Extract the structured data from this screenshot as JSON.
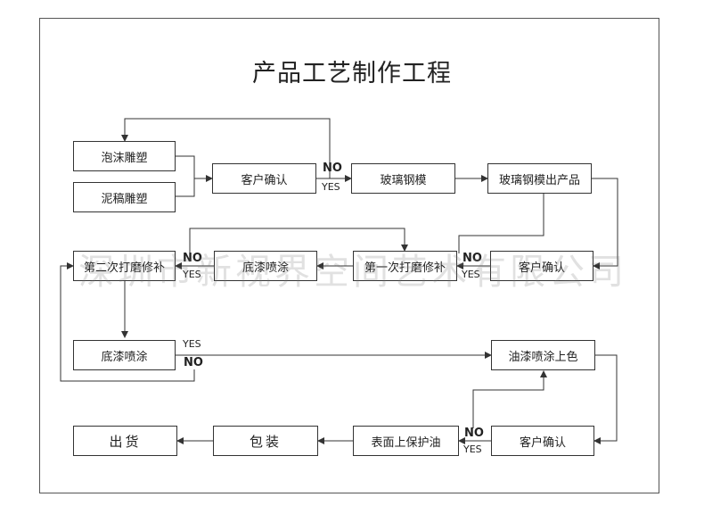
{
  "title": "产品工艺制作工程",
  "watermark": "深圳市新视界空间艺术有限公司",
  "nodes": {
    "foam": "泡沫雕塑",
    "clay": "泥稿雕塑",
    "confirm1": "客户确认",
    "glass_mold": "玻璃钢模",
    "glass_product": "玻璃钢模出产品",
    "confirm2": "客户确认",
    "sand1": "第一次打磨修补",
    "primer1": "底漆喷涂",
    "sand2": "第二次打磨修补",
    "primer2": "底漆喷涂",
    "paint": "油漆喷涂上色",
    "confirm3": "客户确认",
    "protect": "表面上保护油",
    "pack": "包装",
    "ship": "出货"
  },
  "labels": {
    "no": "NO",
    "yes": "YES"
  },
  "colors": {
    "line": "#333333",
    "box_border": "#333333"
  }
}
